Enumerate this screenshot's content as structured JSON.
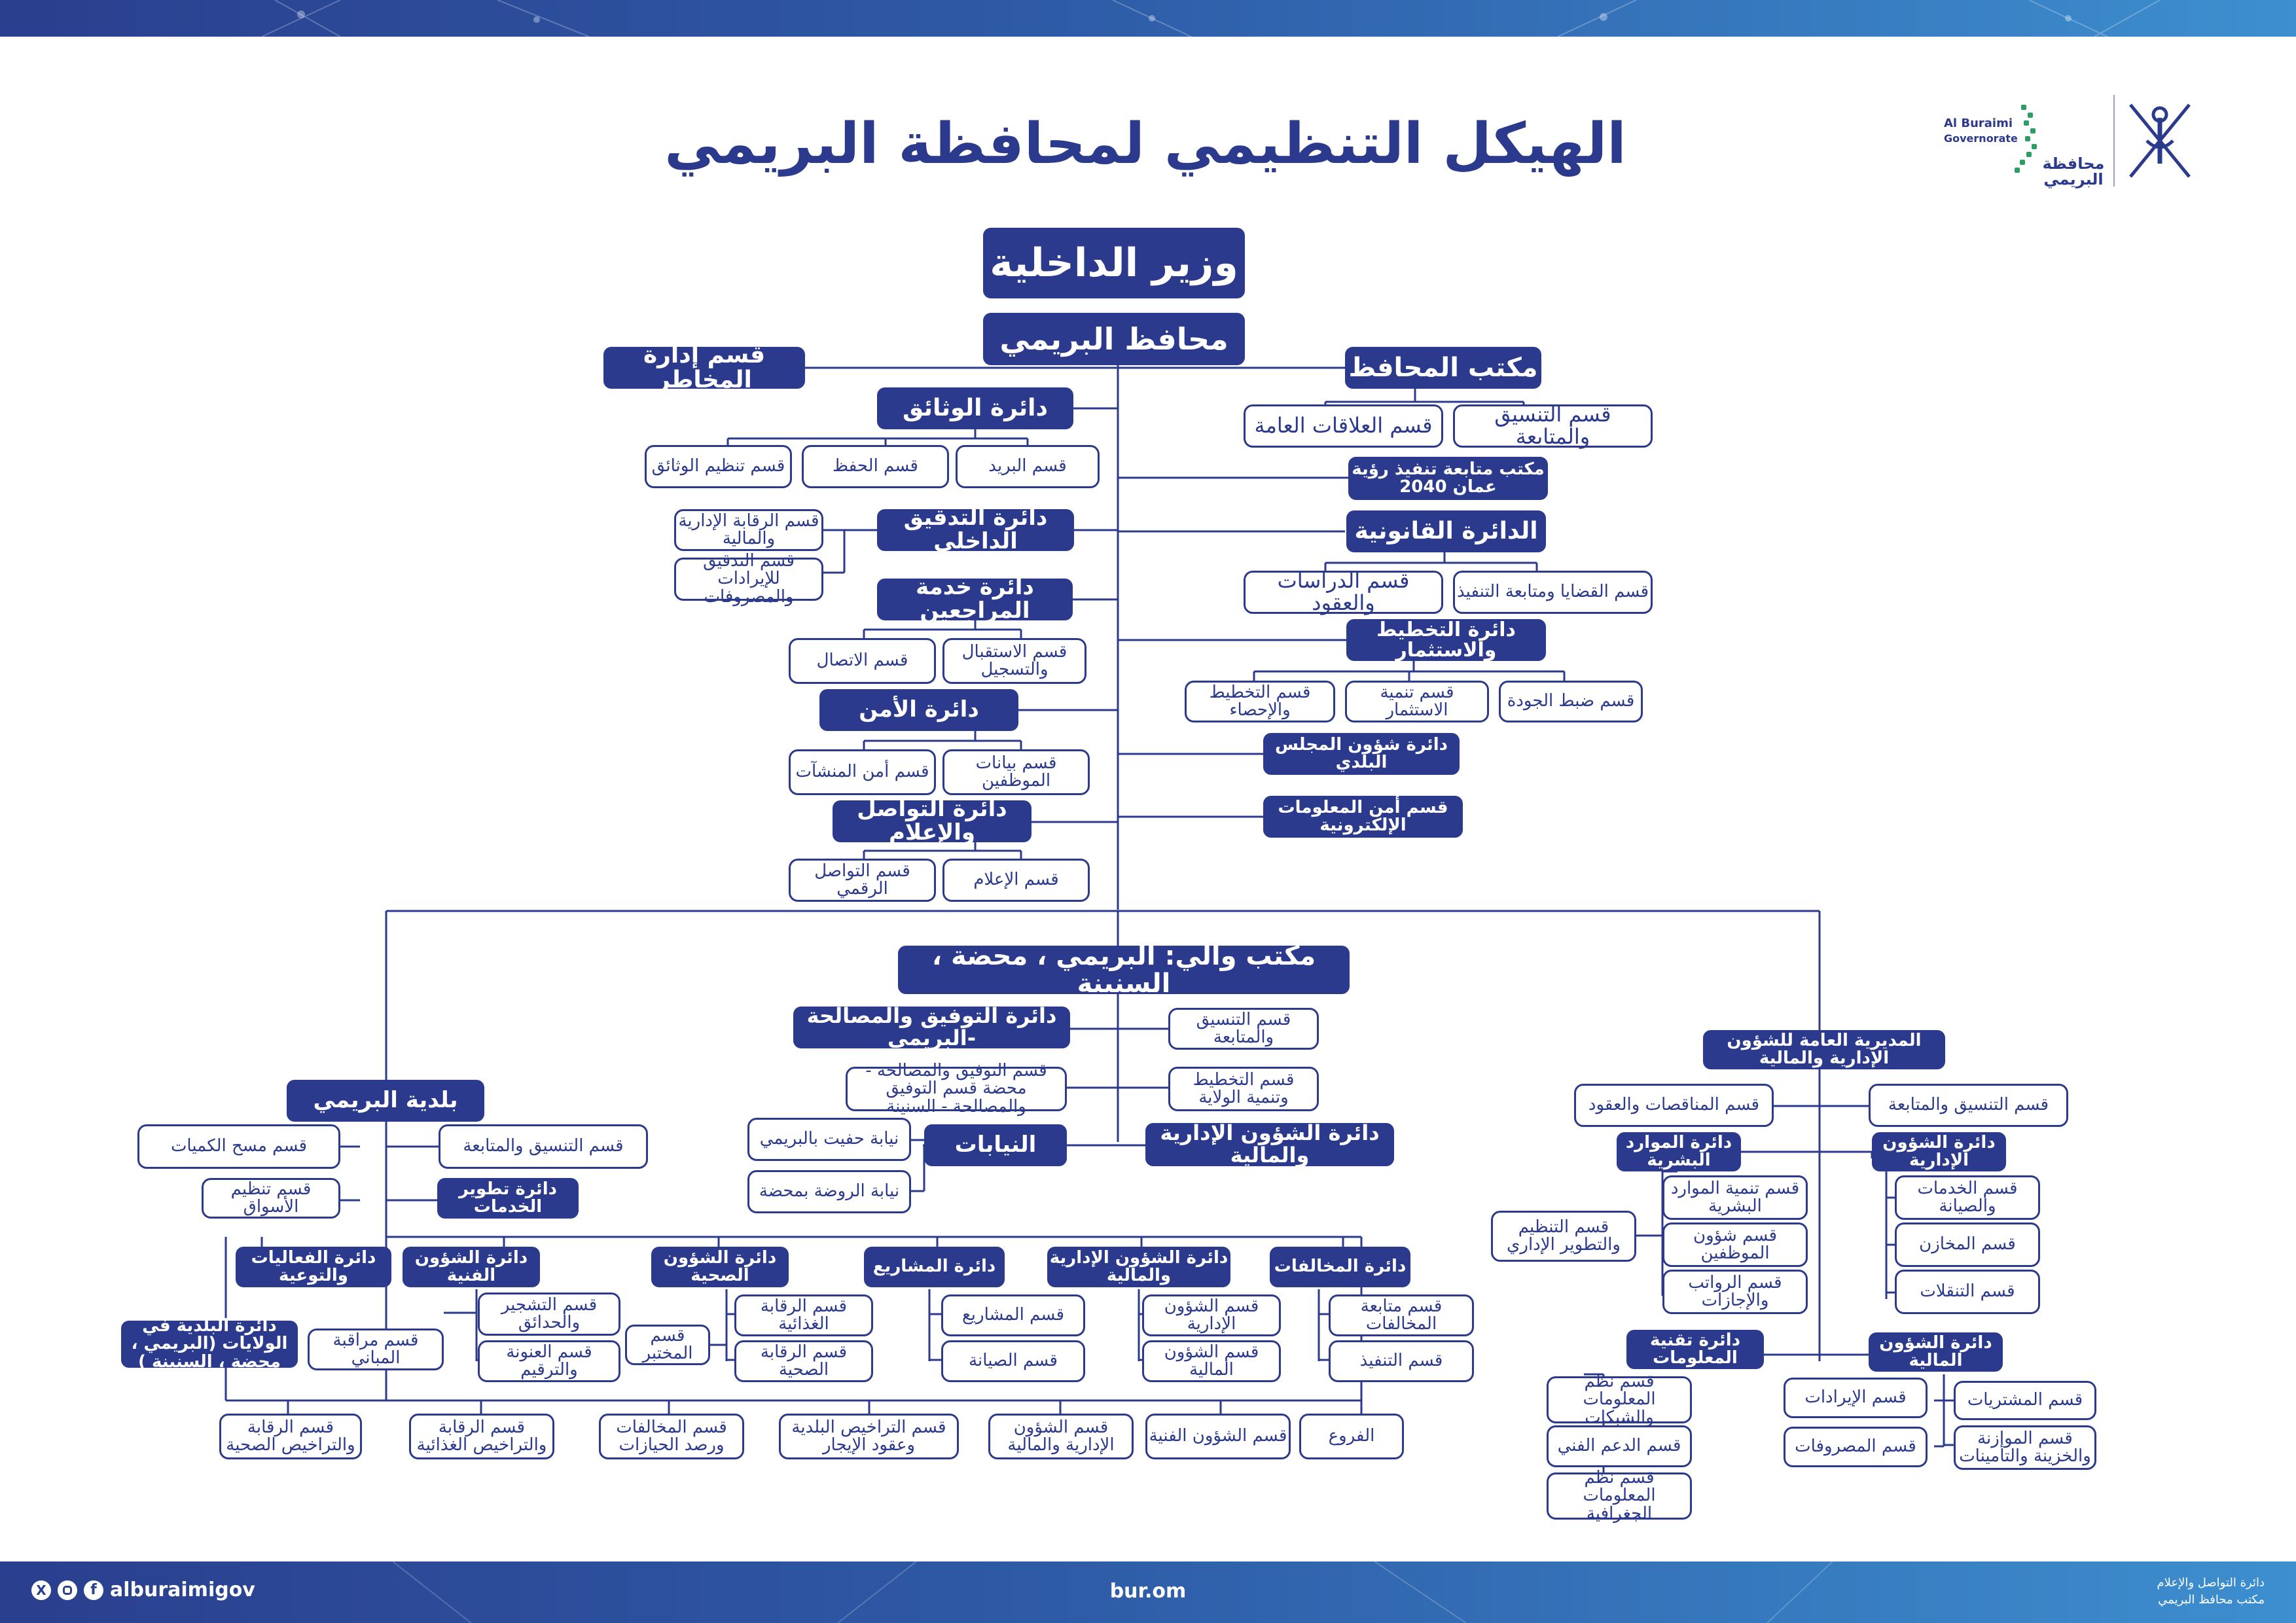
{
  "title": "الهيكل التنظيمي لمحافظة البريمي",
  "logo": {
    "ar_name": "محافظة البريمي",
    "en_line1": "Al Buraimi",
    "en_line2": "Governorate",
    "icon": "oman-khanjar-emblem-icon"
  },
  "colors": {
    "primary": "#2b3a8c",
    "band_start": "#2a3f8e",
    "band_end": "#3d8fcf",
    "white": "#ffffff"
  },
  "nodes": {
    "minister": "وزير الداخلية",
    "governor": "محافظ البريمي",
    "risk": "قسم إدارة المخاطر",
    "gov_office": "مكتب المحافظ",
    "coord": "قسم التنسيق والمتابعة",
    "pr": "قسم العلاقات العامة",
    "vision": "مكتب متابعة تنفيذ رؤية عمان 2040",
    "legal": "الدائرة القانونية",
    "cases": "قسم القضايا ومتابعة التنفيذ",
    "studies": "قسم الدراسات والعقود",
    "planning": "دائرة التخطيط والاستثمار",
    "quality": "قسم ضبط الجودة",
    "invest": "قسم تنمية الاستثمار",
    "planstat": "قسم التخطيط والإحصاء",
    "council": "دائرة شؤون المجلس البلدي",
    "cyber": "قسم أمن المعلومات الإلكترونية",
    "docs": "دائرة الوثائق",
    "mail": "قسم البريد",
    "archive": "قسم الحفظ",
    "docorg": "قسم تنظيم الوثائق",
    "audit": "دائرة التدقيق الداخلي",
    "admaudit": "قسم الرقابة الإدارية والمالية",
    "revaudit": "قسم التدقيق للإيرادات والمصروفات",
    "service": "دائرة خدمة المراجعين",
    "reception": "قسم الاستقبال والتسجيل",
    "contact": "قسم الاتصال",
    "security": "دائرة الأمن",
    "staffdata": "قسم بيانات الموظفين",
    "facsec": "قسم أمن المنشآت",
    "media": "دائرة التواصل والإعلام",
    "press": "قسم الإعلام",
    "digital": "قسم التواصل الرقمي",
    "wali": "مكتب والي: البريمي ، محضة ، السنينة",
    "recon": "دائرة التوفيق والمصالحة -البريمي",
    "wali_coord": "قسم التنسيق والمتابعة",
    "recon_branches": "قسم التوفيق والمصالحة - محضة قسم التوفيق والمصالحة - السنينة",
    "wali_plan": "قسم التخطيط وتنمية الولاية",
    "niyabat": "النيابات",
    "hafeet": "نيابة حفيت بالبريمي",
    "rawdah": "نيابة الروضة بمحضة",
    "wali_admin": "دائرة الشؤون الإدارية والمالية",
    "gd": "المديرية العامة للشؤون الإدارية والمالية",
    "tenders": "قسم المناقصات والعقود",
    "gd_coord": "قسم التنسيق والمتابعة",
    "hr": "دائرة الموارد البشرية",
    "admin_aff": "دائرة الشؤون الإدارية",
    "hrdev": "قسم تنمية الموارد البشرية",
    "staffaff": "قسم شؤون الموظفين",
    "salaries": "قسم الرواتب والإجازات",
    "orgdev": "قسم التنظيم والتطوير الإداري",
    "svcmaint": "قسم الخدمات والصيانة",
    "stores": "قسم المخازن",
    "transport": "قسم التنقلات",
    "it": "دائرة تقنية المعلومات",
    "fin": "دائرة الشؤون المالية",
    "netsys": "قسم نظم المعلومات والشبكات",
    "techsup": "قسم الدعم الفني",
    "gis": "قسم نظم المعلومات الجغرافية",
    "revenue": "قسم الإيرادات",
    "purchases": "قسم المشتريات",
    "expenses": "قسم المصروفات",
    "budget": "قسم الموازنة والخزينة والتأمينات",
    "muni": "بلدية البريمي",
    "muni_coord": "قسم التنسيق والمتابعة",
    "survey": "قسم مسح الكميات",
    "svcdev": "دائرة تطوير الخدمات",
    "markets": "قسم تنظيم الأسواق",
    "events": "دائرة الفعاليات والتوعية",
    "tech": "دائرة الشؤون الفنية",
    "health": "دائرة الشؤون الصحية",
    "projects": "دائرة المشاريع",
    "mun_admin": "دائرة الشؤون الإدارية والمالية",
    "violations": "دائرة المخالفات",
    "branch_muni": "دائرة البلدية في الولايات (البريمي ، محضة ، السنينة )",
    "planting": "قسم التشجير والحدائق",
    "bldg": "قسم مراقبة المباني",
    "address": "قسم العنونة والترقيم",
    "foodctl": "قسم الرقابة الغذائية",
    "lab": "قسم المختبر",
    "healthctl": "قسم الرقابة الصحية",
    "proj_sec": "قسم المشاريع",
    "maint": "قسم الصيانة",
    "mun_admin_sec": "قسم الشؤون الإدارية",
    "mun_fin_sec": "قسم الشؤون المالية",
    "viol_follow": "قسم متابعة المخالفات",
    "enforce": "قسم التنفيذ",
    "r_health": "قسم الرقابة والتراخيص الصحية",
    "r_food": "قسم الرقابة والتراخيص الغذائية",
    "r_viol": "قسم المخالفات ورصد الحيازات",
    "r_lic": "قسم التراخيص البلدية وعقود الإيجار",
    "r_admin": "قسم الشؤون الإدارية والمالية",
    "r_tech": "قسم الشؤون الفنية",
    "r_branches": "الفروع"
  },
  "footer": {
    "handle": "alburaimigov",
    "site": "bur.om",
    "dept_line1": "دائرة التواصل والإعلام",
    "dept_line2": "مكتب محافظ البريمي",
    "icons": [
      "x-icon",
      "instagram-icon",
      "facebook-icon"
    ]
  }
}
